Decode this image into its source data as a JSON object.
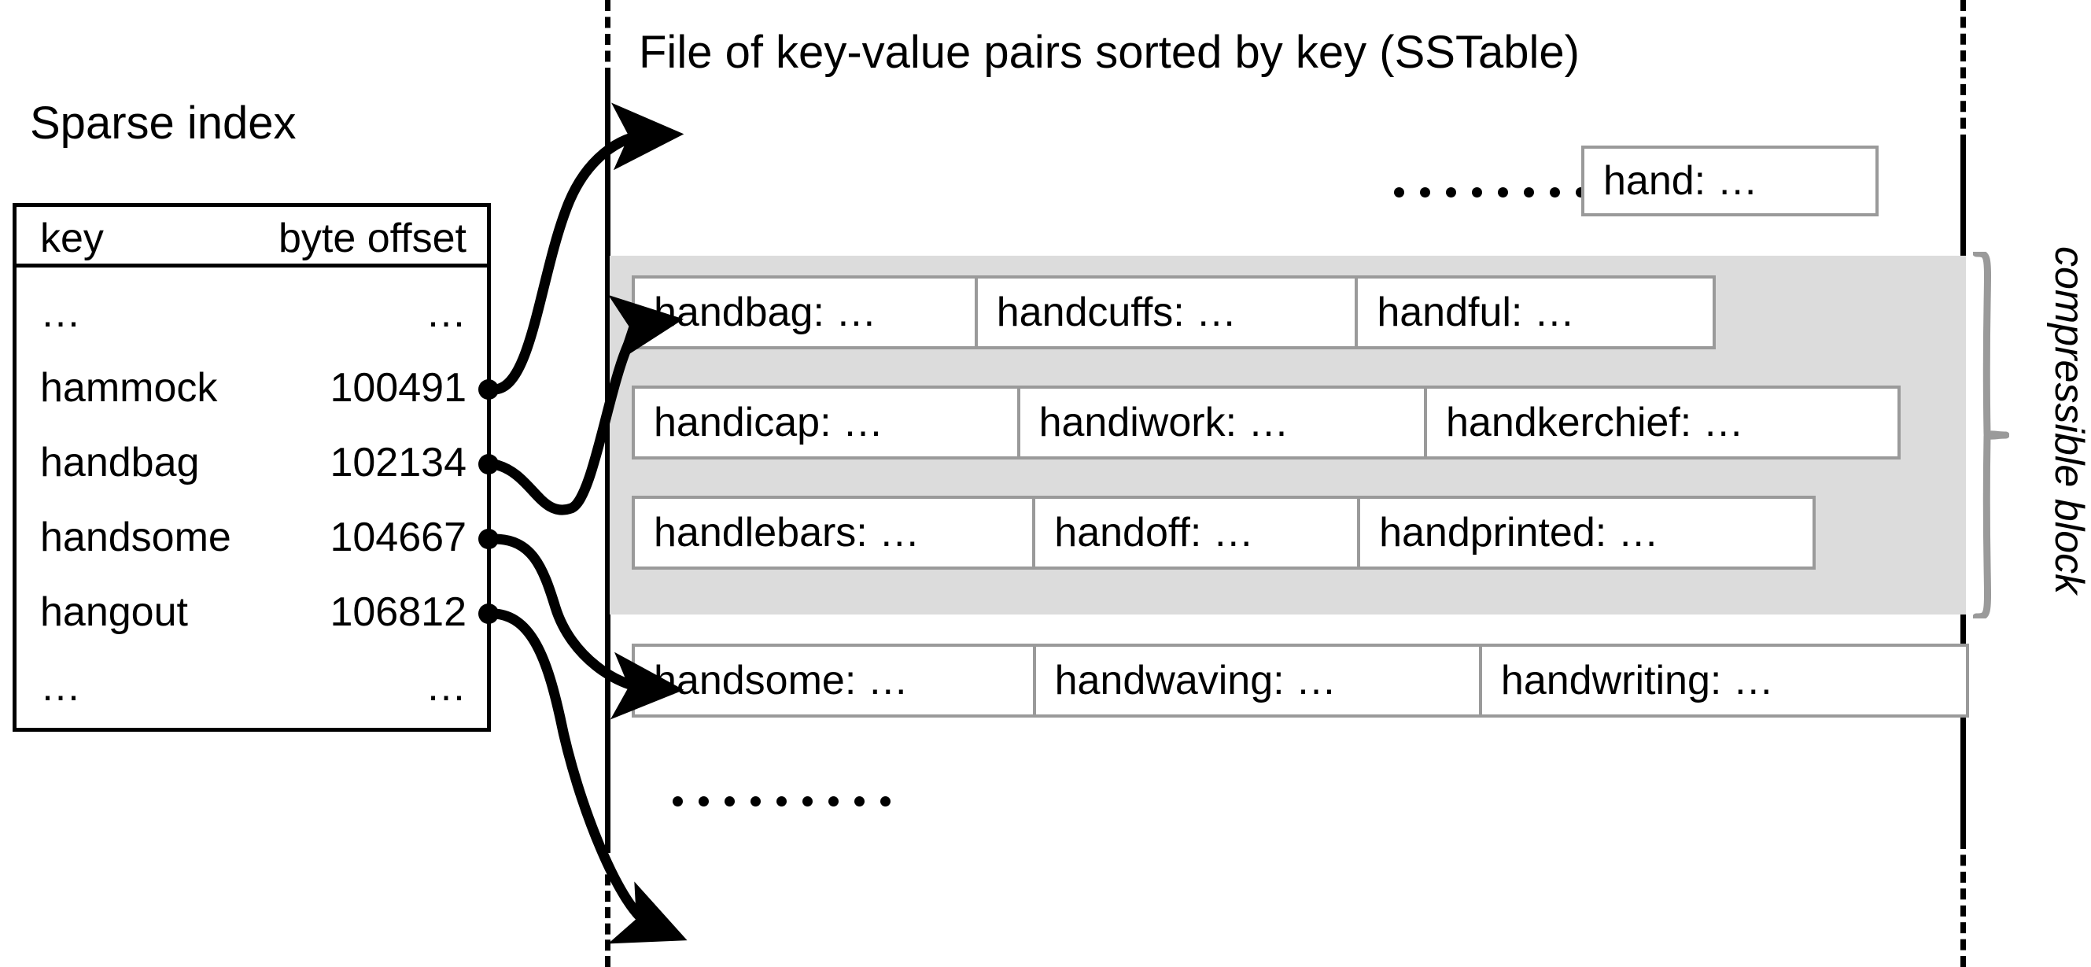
{
  "sparse_index": {
    "title": "Sparse index",
    "columns": [
      "key",
      "byte offset"
    ],
    "rows": [
      {
        "key": "…",
        "offset": "…"
      },
      {
        "key": "hammock",
        "offset": "100491"
      },
      {
        "key": "handbag",
        "offset": "102134"
      },
      {
        "key": "handsome",
        "offset": "104667"
      },
      {
        "key": "hangout",
        "offset": "106812"
      },
      {
        "key": "…",
        "offset": "…"
      }
    ]
  },
  "sstable": {
    "title": "File of key-value pairs sorted by key (SSTable)",
    "top_entry": "hand: …",
    "top_ellipsis": "………",
    "bottom_ellipsis": "………",
    "block_rows": [
      [
        "handbag: …",
        "handcuffs: …",
        "handful: …"
      ],
      [
        "handicap: …",
        "handiwork: …",
        "handkerchief: …"
      ],
      [
        "handlebars: …",
        "handoff: …",
        "handprinted: …"
      ]
    ],
    "after_block_row": [
      "handsome: …",
      "handwaving: …",
      "handwriting: …"
    ]
  },
  "annotation": {
    "compressible_block_label": "compressible block"
  },
  "colors": {
    "shade": "#dcdcdc",
    "box_border": "#9a9a9a",
    "line": "#000000",
    "brace": "#9a9a9a"
  }
}
